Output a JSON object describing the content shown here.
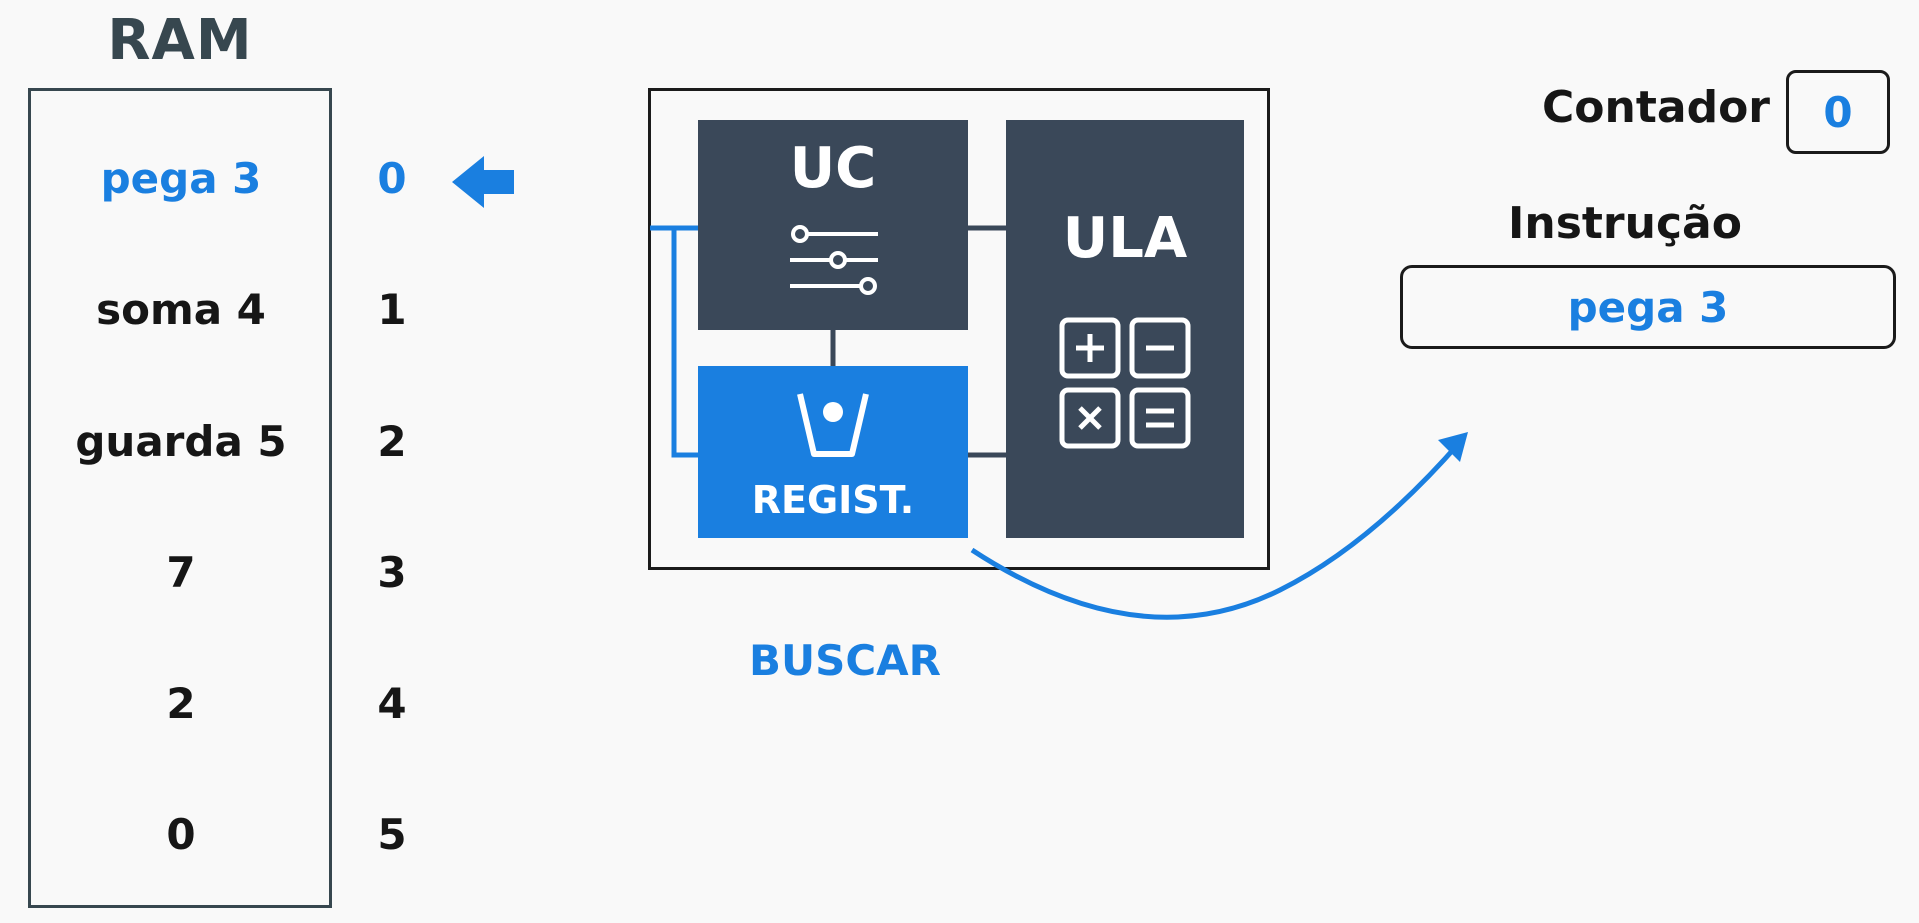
{
  "ram": {
    "title": "RAM",
    "rows": [
      {
        "value": "pega 3",
        "address": "0"
      },
      {
        "value": "soma 4",
        "address": "1"
      },
      {
        "value": "guarda 5",
        "address": "2"
      },
      {
        "value": "7",
        "address": "3"
      },
      {
        "value": "2",
        "address": "4"
      },
      {
        "value": "0",
        "address": "5"
      }
    ],
    "active_index": 0
  },
  "cpu": {
    "uc_label": "UC",
    "ula_label": "ULA",
    "register_label": "REGIST."
  },
  "phase": "BUSCAR",
  "counter": {
    "label": "Contador",
    "value": "0"
  },
  "instruction": {
    "label": "Instrução",
    "value": "pega 3"
  },
  "colors": {
    "accent": "#1a7fe0",
    "block": "#3a4859",
    "text": "#161616"
  },
  "icons": [
    "pointer-arrow-icon",
    "sliders-icon",
    "register-cup-icon",
    "calculator-icon",
    "transfer-arrow-icon"
  ]
}
